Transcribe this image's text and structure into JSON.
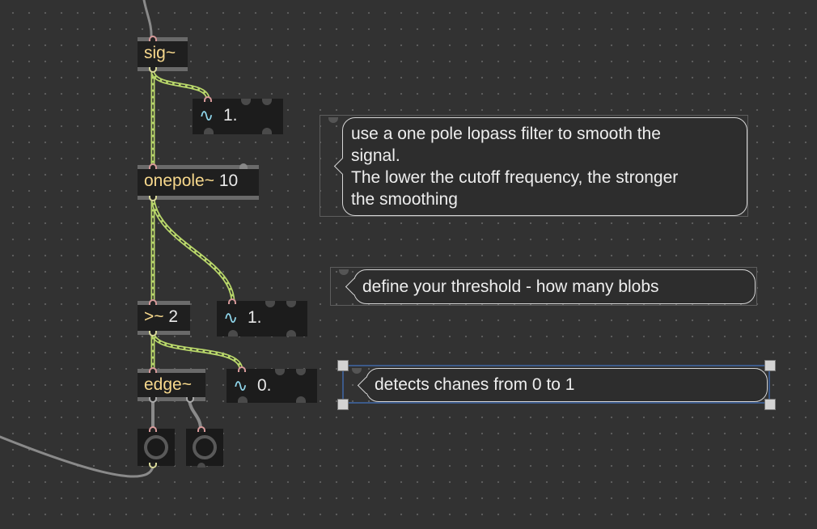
{
  "colors": {
    "canvas_bg": "#323232",
    "object_text": "#f7d88c",
    "number_text": "#e6e6e6",
    "signal_icon": "#8fd5ea",
    "inlet": "#d89a9a",
    "outlet": "#d9d99a",
    "selection": "#3c5a8a"
  },
  "objects": {
    "sig": {
      "name": "sig~",
      "args": ""
    },
    "onepole": {
      "name": "onepole~",
      "args": " 10"
    },
    "threshold": {
      "name": ">~",
      "args": " 2"
    },
    "edge": {
      "name": "edge~",
      "args": ""
    }
  },
  "number_boxes": {
    "sig_display": {
      "icon": "∿",
      "value": "1."
    },
    "onepole_display": {
      "icon": "∿",
      "value": "1."
    },
    "threshold_display": {
      "icon": "∿",
      "value": "0."
    }
  },
  "comments": {
    "smoothing": {
      "lines": [
        "use a one pole lopass filter to smooth the",
        "signal.",
        "The lower the cutoff frequency, the stronger",
        "the smoothing"
      ]
    },
    "threshold": {
      "text": "define your threshold - how many blobs"
    },
    "edge": {
      "text": "detects chanes from 0 to 1"
    }
  },
  "icons": {
    "ezdac_left": "ezdac-icon",
    "ezdac_right": "ezdac-icon"
  }
}
